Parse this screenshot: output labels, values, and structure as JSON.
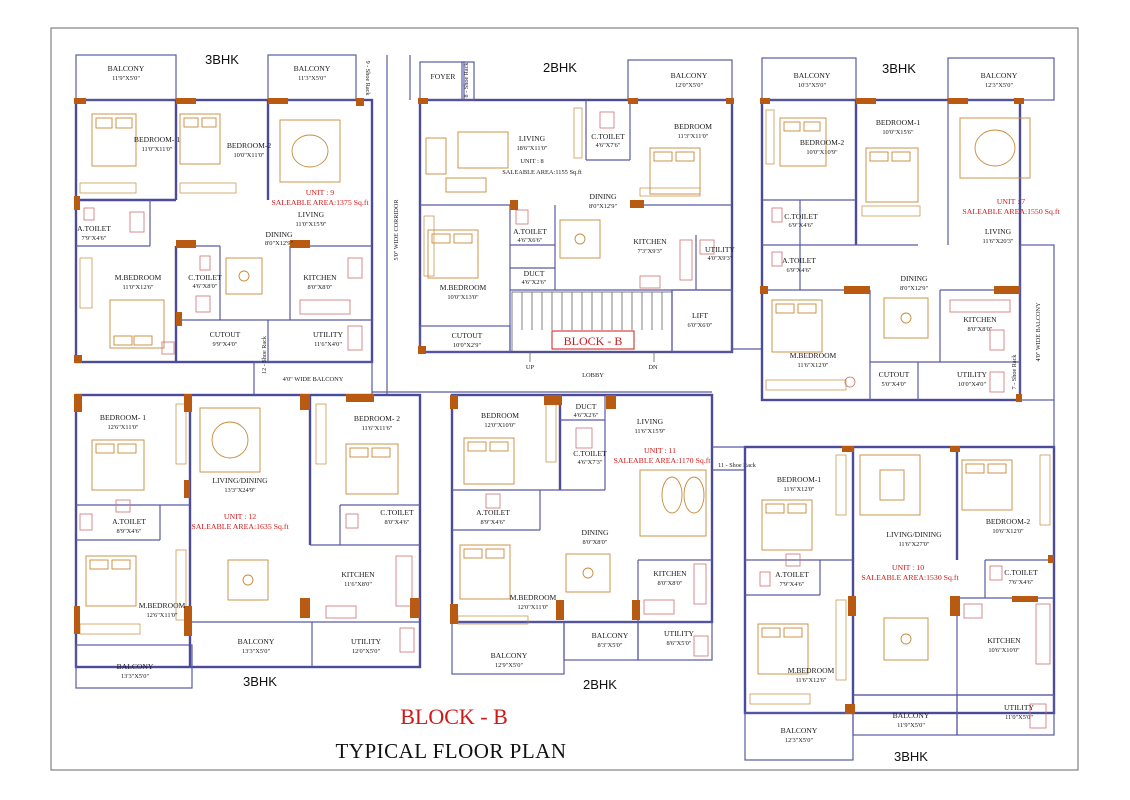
{
  "title": {
    "block": "BLOCK - B",
    "subtitle": "TYPICAL FLOOR PLAN"
  },
  "core": {
    "block_label": "BLOCK - B",
    "lobby": "LOBBY",
    "up": "UP",
    "dn": "DN",
    "lift": "LIFT",
    "lift_dim": "6'0\"X6'0\""
  },
  "bhk_labels": {
    "u9": "3BHK",
    "u8": "2BHK",
    "u7": "3BHK",
    "u12": "3BHK",
    "u11": "2BHK",
    "u10": "3BHK"
  },
  "corridors": {
    "wide_corridor": "5'0\" WIDE CORRIDOR",
    "wide_balcony_h": "4'0\" WIDE BALCONY",
    "wide_balcony_v": "4'0\" WIDE BALCONY"
  },
  "shoe_racks": {
    "r9": "9 - Shoe Rack",
    "r8": "8 - Shoe Rack",
    "r12": "12 - Shoe Rack",
    "r7": "7 - Shoe Rack",
    "r11": "11 - Shoe Rack"
  },
  "units": {
    "u9": {
      "unit": "UNIT : 9",
      "area": "SALEABLE AREA:1375 Sq.ft"
    },
    "u8": {
      "unit": "UNIT : 8",
      "area": "SALEABLE AREA:1155 Sq.ft"
    },
    "u7": {
      "unit": "UNIT : 7",
      "area": "SALEABLE AREA:1550 Sq.ft"
    },
    "u12": {
      "unit": "UNIT : 12",
      "area": "SALEABLE AREA:1635 Sq.ft"
    },
    "u11": {
      "unit": "UNIT : 11",
      "area": "SALEABLE AREA:1170 Sq.ft"
    },
    "u10": {
      "unit": "UNIT : 10",
      "area": "SALEABLE AREA:1530 Sq.ft"
    }
  },
  "rooms": {
    "u9_balcony1": {
      "name": "BALCONY",
      "dim": "11'9\"X5'0\""
    },
    "u9_balcony2": {
      "name": "BALCONY",
      "dim": "11'3\"X5'0\""
    },
    "u9_bed1": {
      "name": "BEDROOM- 1",
      "dim": "11'0\"X11'0\""
    },
    "u9_bed2": {
      "name": "BEDROOM-2",
      "dim": "10'0\"X11'0\""
    },
    "u9_living": {
      "name": "LIVING",
      "dim": "11'0\"X15'9\""
    },
    "u9_atoilet": {
      "name": "A.TOILET",
      "dim": "7'9\"X4'6\""
    },
    "u9_dining": {
      "name": "DINING",
      "dim": "8'0\"X12'9\""
    },
    "u9_mbed": {
      "name": "M.BEDROOM",
      "dim": "11'0\"X12'6\""
    },
    "u9_ctoilet": {
      "name": "C.TOILET",
      "dim": "4'6\"X8'0\""
    },
    "u9_kitchen": {
      "name": "KITCHEN",
      "dim": "8'0\"X8'0\""
    },
    "u9_cutout": {
      "name": "CUTOUT",
      "dim": "9'9\"X4'0\""
    },
    "u9_utility": {
      "name": "UTILITY",
      "dim": "11'6\"X4'0\""
    },
    "u8_foyer": {
      "name": "FOYER",
      "dim": ""
    },
    "u8_balcony": {
      "name": "BALCONY",
      "dim": "12'0\"X5'0\""
    },
    "u8_living": {
      "name": "LIVING",
      "dim": "18'6\"X11'0\""
    },
    "u8_ctoilet": {
      "name": "C.TOILET",
      "dim": "4'6\"X7'6\""
    },
    "u8_bed": {
      "name": "BEDROOM",
      "dim": "11'3\"X11'0\""
    },
    "u8_dining": {
      "name": "DINING",
      "dim": "8'0\"X12'9\""
    },
    "u8_atoilet": {
      "name": "A.TOILET",
      "dim": "4'6\"X6'6\""
    },
    "u8_kitchen": {
      "name": "KITCHEN",
      "dim": "7'3\"X9'3\""
    },
    "u8_utility": {
      "name": "UTILITY",
      "dim": "4'0\"X9'3\""
    },
    "u8_duct": {
      "name": "DUCT",
      "dim": "4'6\"X2'6\""
    },
    "u8_mbed": {
      "name": "M.BEDROOM",
      "dim": "10'0\"X13'0\""
    },
    "u8_cutout": {
      "name": "CUTOUT",
      "dim": "10'0\"X2'9\""
    },
    "u7_balcony1": {
      "name": "BALCONY",
      "dim": "10'3\"X5'0\""
    },
    "u7_balcony2": {
      "name": "BALCONY",
      "dim": "12'3\"X5'0\""
    },
    "u7_bed2": {
      "name": "BEDROOM-2",
      "dim": "10'0\"X10'9\""
    },
    "u7_bed1": {
      "name": "BEDROOM-1",
      "dim": "10'0\"X15'6\""
    },
    "u7_ctoilet": {
      "name": "C.TOILET",
      "dim": "6'9\"X4'6\""
    },
    "u7_atoilet": {
      "name": "A.TOILET",
      "dim": "6'9\"X4'6\""
    },
    "u7_living": {
      "name": "LIVING",
      "dim": "11'6\"X20'3\""
    },
    "u7_dining": {
      "name": "DINING",
      "dim": "8'0\"X12'9\""
    },
    "u7_kitchen": {
      "name": "KITCHEN",
      "dim": "8'0\"X8'0\""
    },
    "u7_mbed": {
      "name": "M.BEDROOM",
      "dim": "11'6\"X12'0\""
    },
    "u7_cutout": {
      "name": "CUTOUT",
      "dim": "5'0\"X4'0\""
    },
    "u7_utility": {
      "name": "UTILITY",
      "dim": "10'0\"X4'0\""
    },
    "u12_bed1": {
      "name": "BEDROOM- 1",
      "dim": "12'6\"X11'0\""
    },
    "u12_living": {
      "name": "LIVING/DINING",
      "dim": "13'3\"X24'9\""
    },
    "u12_bed2": {
      "name": "BEDROOM- 2",
      "dim": "11'6\"X11'6\""
    },
    "u12_atoilet": {
      "name": "A.TOILET",
      "dim": "8'9\"X4'6\""
    },
    "u12_ctoilet": {
      "name": "C.TOILET",
      "dim": "8'0\"X4'6\""
    },
    "u12_kitchen": {
      "name": "KITCHEN",
      "dim": "11'6\"X8'0\""
    },
    "u12_mbed": {
      "name": "M.BEDROOM",
      "dim": "12'6\"X11'0\""
    },
    "u12_balcony1": {
      "name": "BALCONY",
      "dim": "13'3\"X5'0\""
    },
    "u12_utility": {
      "name": "UTILITY",
      "dim": "12'0\"X5'0\""
    },
    "u12_balcony2": {
      "name": "BALCONY",
      "dim": "13'3\"X5'0\""
    },
    "u11_bed": {
      "name": "BEDROOM",
      "dim": "12'0\"X10'0\""
    },
    "u11_duct": {
      "name": "DUCT",
      "dim": "4'6\"X2'6\""
    },
    "u11_living": {
      "name": "LIVING",
      "dim": "11'6\"X15'9\""
    },
    "u11_ctoilet": {
      "name": "C.TOILET",
      "dim": "4'6\"X7'3\""
    },
    "u11_atoilet": {
      "name": "A.TOILET",
      "dim": "8'9\"X4'6\""
    },
    "u11_dining": {
      "name": "DINING",
      "dim": "8'0\"X8'0\""
    },
    "u11_mbed": {
      "name": "M.BEDROOM",
      "dim": "12'0\"X11'0\""
    },
    "u11_kitchen": {
      "name": "KITCHEN",
      "dim": "8'0\"X8'0\""
    },
    "u11_balcony1": {
      "name": "BALCONY",
      "dim": "8'3\"X5'0\""
    },
    "u11_utility": {
      "name": "UTILITY",
      "dim": "8'6\"X5'0\""
    },
    "u11_balcony2": {
      "name": "BALCONY",
      "dim": "12'9\"X5'0\""
    },
    "u10_bed1": {
      "name": "BEDROOM-1",
      "dim": "11'6\"X12'0\""
    },
    "u10_living": {
      "name": "LIVING/DINING",
      "dim": "11'6\"X27'0\""
    },
    "u10_bed2": {
      "name": "BEDROOM-2",
      "dim": "10'6\"X12'0\""
    },
    "u10_atoilet": {
      "name": "A.TOILET",
      "dim": "7'9\"X4'6\""
    },
    "u10_ctoilet": {
      "name": "C.TOILET",
      "dim": "7'6\"X4'6\""
    },
    "u10_kitchen": {
      "name": "KITCHEN",
      "dim": "10'6\"X10'0\""
    },
    "u10_mbed": {
      "name": "M.BEDROOM",
      "dim": "11'6\"X12'6\""
    },
    "u10_balcony1": {
      "name": "BALCONY",
      "dim": "11'9\"X5'0\""
    },
    "u10_utility": {
      "name": "UTILITY",
      "dim": "11'0\"X5'0\""
    },
    "u10_balcony2": {
      "name": "BALCONY",
      "dim": "12'3\"X5'0\""
    }
  }
}
